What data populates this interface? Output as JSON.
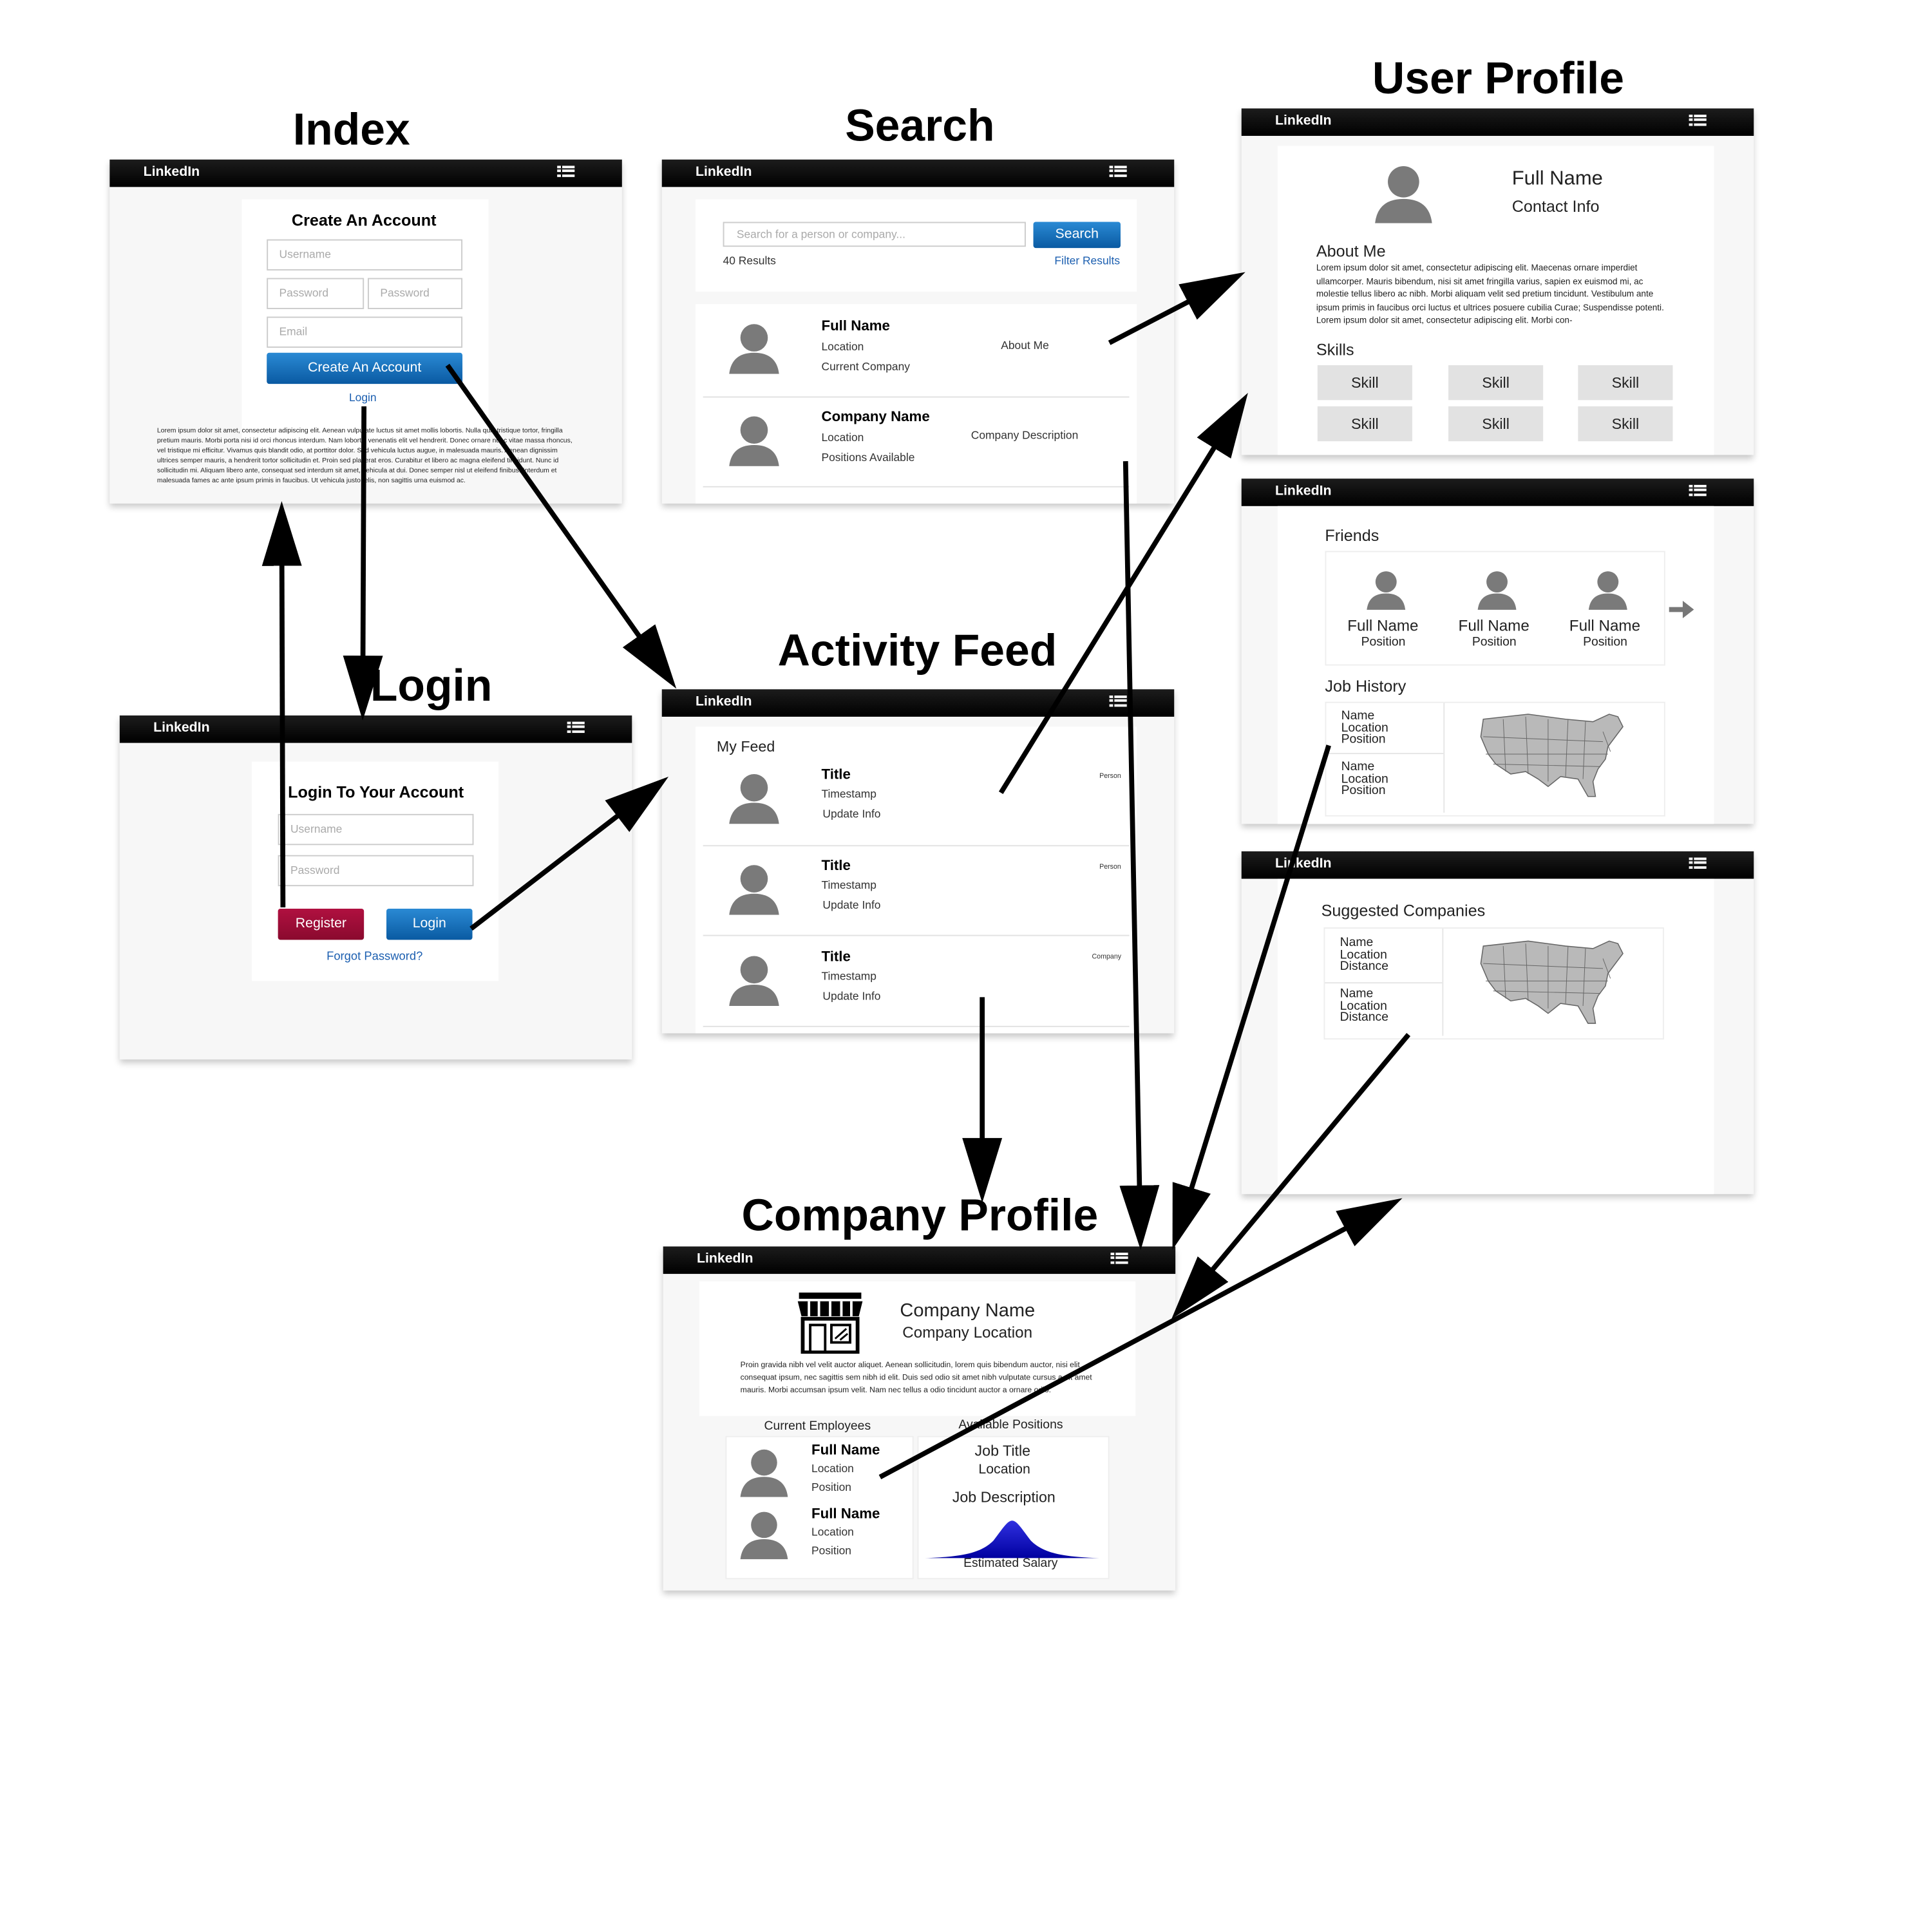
{
  "titles": {
    "index": "Index",
    "search": "Search",
    "user_profile": "User Profile",
    "login": "Login",
    "activity_feed": "Activity Feed",
    "company_profile": "Company Profile"
  },
  "brand": "LinkedIn",
  "colors": {
    "accent": "#1a6fba",
    "register": "#a0123a",
    "navbar": "#000000",
    "salary_curve": "#1010c0"
  },
  "index": {
    "heading": "Create An Account",
    "username_placeholder": "Username",
    "password_placeholder": "Password",
    "password_confirm_placeholder": "Password",
    "email_placeholder": "Email",
    "create_button": "Create An Account",
    "login_link": "Login",
    "lorem": "Lorem ipsum dolor sit amet, consectetur adipiscing elit. Aenean vulputate luctus sit amet mollis lobortis. Nulla quis tristique tortor, fringilla pretium mauris. Morbi porta nisi id orci rhoncus interdum. Nam lobortis venenatis elit vel hendrerit. Donec ornare nunc vitae massa rhoncus, vel tristique mi efficitur. Vivamus quis blandit odio, at porttitor dolor. Sed vehicula luctus augue, in malesuada mauris. Aenean dignissim ultrices semper mauris, a hendrerit tortor sollicitudin et. Proin sed placerat eros. Curabitur et libero ac magna eleifend tincidunt. Nunc id sollicitudin mi. Aliquam libero ante, consequat sed interdum sit amet, vehicula at dui. Donec semper nisl ut eleifend finibus. Interdum et malesuada fames ac ante ipsum primis in faucibus. Ut vehicula justo felis, non sagittis urna euismod ac."
  },
  "search": {
    "placeholder": "Search for a person or company...",
    "button": "Search",
    "results_count": "40 Results",
    "filter_link": "Filter Results",
    "person": {
      "name": "Full Name",
      "location": "Location",
      "company": "Current Company",
      "about": "About Me"
    },
    "company": {
      "name": "Company Name",
      "location": "Location",
      "positions": "Positions Available",
      "description": "Company Description"
    }
  },
  "login": {
    "heading": "Login To Your Account",
    "username_placeholder": "Username",
    "password_placeholder": "Password",
    "register_button": "Register",
    "login_button": "Login",
    "forgot_link": "Forgot Password?"
  },
  "feed": {
    "heading": "My Feed",
    "items": [
      {
        "title": "Title",
        "timestamp": "Timestamp",
        "info": "Update Info",
        "type": "Person"
      },
      {
        "title": "Title",
        "timestamp": "Timestamp",
        "info": "Update Info",
        "type": "Person"
      },
      {
        "title": "Title",
        "timestamp": "Timestamp",
        "info": "Update Info",
        "type": "Company"
      }
    ]
  },
  "user_profile": {
    "name": "Full Name",
    "contact": "Contact Info",
    "about_heading": "About Me",
    "about_text": "Lorem ipsum dolor sit amet, consectetur adipiscing elit. Maecenas ornare imperdiet ullamcorper. Mauris bibendum, nisi sit amet fringilla varius, sapien ex euismod mi, ac molestie tellus libero ac nibh. Morbi aliquam velit sed pretium tincidunt. Vestibulum ante ipsum primis in faucibus orci luctus et ultrices posuere cubilia Curae; Suspendisse potenti. Lorem ipsum dolor sit amet, consectetur adipiscing elit. Morbi con-",
    "skills_heading": "Skills",
    "skills": [
      "Skill",
      "Skill",
      "Skill",
      "Skill",
      "Skill",
      "Skill"
    ]
  },
  "friends": {
    "heading": "Friends",
    "items": [
      {
        "name": "Full Name",
        "position": "Position"
      },
      {
        "name": "Full Name",
        "position": "Position"
      },
      {
        "name": "Full Name",
        "position": "Position"
      }
    ],
    "job_history_heading": "Job History",
    "jobs": [
      {
        "name": "Name",
        "location": "Location",
        "position": "Position"
      },
      {
        "name": "Name",
        "location": "Location",
        "position": "Position"
      }
    ]
  },
  "suggested": {
    "heading": "Suggested Companies",
    "items": [
      {
        "name": "Name",
        "location": "Location",
        "distance": "Distance"
      },
      {
        "name": "Name",
        "location": "Location",
        "distance": "Distance"
      }
    ]
  },
  "company_profile": {
    "name": "Company Name",
    "location": "Company Location",
    "description": "Proin gravida nibh vel velit auctor aliquet. Aenean sollicitudin, lorem quis bibendum auctor, nisi elit consequat ipsum, nec sagittis sem nibh id elit. Duis sed odio sit amet nibh vulputate cursus a sit amet mauris. Morbi accumsan ipsum velit. Nam nec tellus a odio tincidunt auctor a ornare odio.",
    "employees_heading": "Current Employees",
    "employees": [
      {
        "name": "Full Name",
        "location": "Location",
        "position": "Position"
      },
      {
        "name": "Full Name",
        "location": "Location",
        "position": "Position"
      }
    ],
    "positions_heading": "Available Positions",
    "job_title": "Job Title",
    "job_location": "Location",
    "job_description": "Job Description",
    "salary_label": "Estimated Salary"
  }
}
